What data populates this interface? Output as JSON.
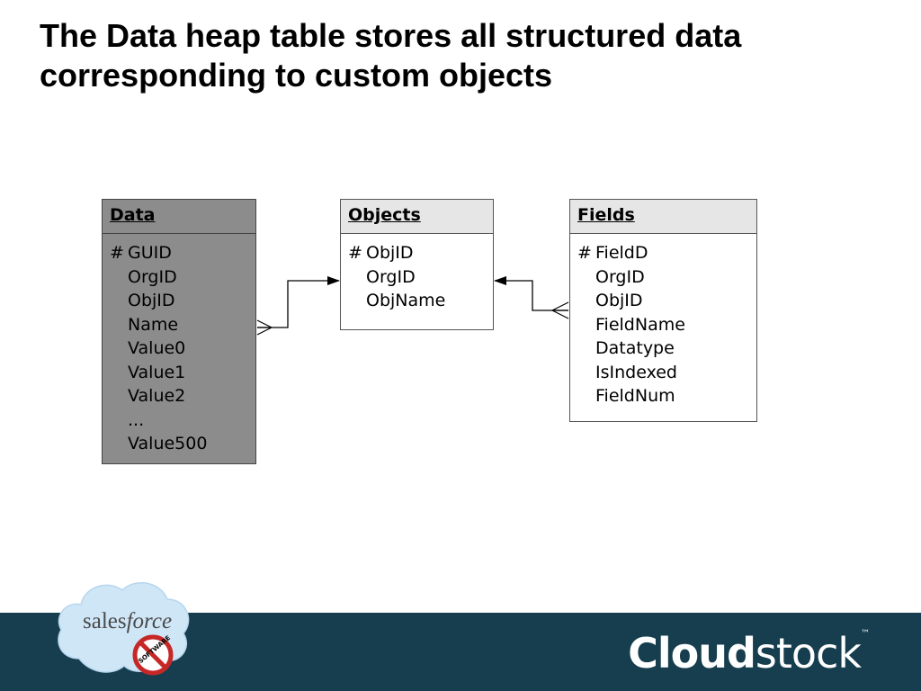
{
  "slide": {
    "title": "The Data heap table stores all structured data corresponding to custom objects"
  },
  "diagram": {
    "entities": {
      "data": {
        "name": "Data",
        "fields": [
          {
            "mark": "#",
            "label": "GUID"
          },
          {
            "mark": "",
            "label": "OrgID"
          },
          {
            "mark": "",
            "label": "ObjID"
          },
          {
            "mark": "",
            "label": "Name"
          },
          {
            "mark": "",
            "label": "Value0"
          },
          {
            "mark": "",
            "label": "Value1"
          },
          {
            "mark": "",
            "label": "Value2"
          },
          {
            "mark": "",
            "label": "..."
          },
          {
            "mark": "",
            "label": "Value500"
          }
        ]
      },
      "objects": {
        "name": "Objects",
        "fields": [
          {
            "mark": "#",
            "label": "ObjID"
          },
          {
            "mark": "",
            "label": "OrgID"
          },
          {
            "mark": "",
            "label": "ObjName"
          }
        ]
      },
      "fields": {
        "name": "Fields",
        "fields": [
          {
            "mark": "#",
            "label": "FieldD"
          },
          {
            "mark": "",
            "label": "OrgID"
          },
          {
            "mark": "",
            "label": "ObjID"
          },
          {
            "mark": "",
            "label": "FieldName"
          },
          {
            "mark": "",
            "label": "Datatype"
          },
          {
            "mark": "",
            "label": "IsIndexed"
          },
          {
            "mark": "",
            "label": "FieldNum"
          }
        ]
      }
    },
    "relationships": [
      {
        "from": "data",
        "to": "objects",
        "from_end": "many",
        "to_end": "one"
      },
      {
        "from": "fields",
        "to": "objects",
        "from_end": "many",
        "to_end": "one"
      }
    ]
  },
  "footer": {
    "brand_bold": "Cloud",
    "brand_regular": "stock",
    "brand_mark": "™",
    "logo_text_1": "sales",
    "logo_text_2": "force",
    "badge_text": "SOFTWARE"
  },
  "colors": {
    "footer_bg": "#163e4f",
    "data_table_bg": "#8c8c8c",
    "header_bg": "#e6e6e6",
    "cloud": "#cfe6f7"
  }
}
